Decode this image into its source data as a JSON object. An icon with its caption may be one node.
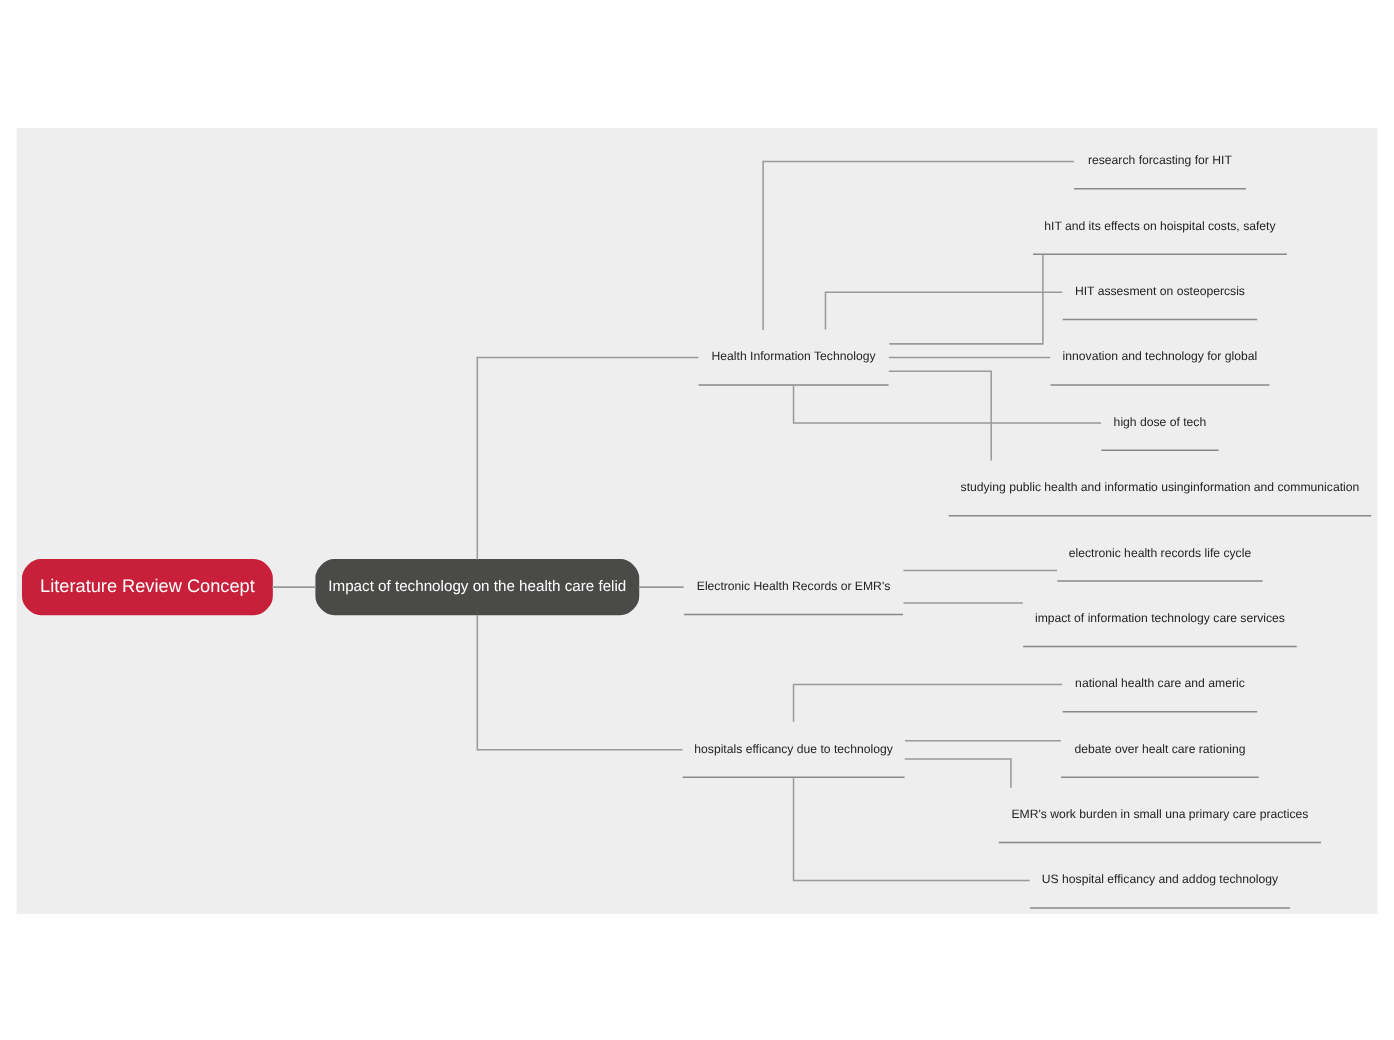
{
  "diagram": {
    "nodes": [
      {
        "text": [
          "Literature Review Concept"
        ]
      },
      {
        "text": [
          "Impact of technology on the health care felid"
        ]
      },
      {
        "text": [
          "Health Information Technology"
        ]
      },
      {
        "text": [
          "research forcasting for HIT"
        ]
      },
      {
        "text": [
          "hIT and its effects on hoispital costs, safety"
        ]
      },
      {
        "text": [
          "HIT assesment on osteopercsis"
        ]
      },
      {
        "text": [
          "innovation and technology for global"
        ]
      },
      {
        "text": [
          "high dose of tech"
        ]
      },
      {
        "text": [
          "studying public health and informatio usinginformation and communication"
        ]
      },
      {
        "text": [
          "Electronic Health Records or EMR's"
        ]
      },
      {
        "text": [
          "electronic health records life cycle"
        ]
      },
      {
        "text": [
          "impact of information technology care services"
        ]
      },
      {
        "text": [
          "hospitals efficancy due to technology"
        ]
      },
      {
        "text": [
          "national health care and americ"
        ]
      },
      {
        "text": [
          "debate over healt care rationing"
        ]
      },
      {
        "text": [
          "EMR's work burden in small una primary care practices"
        ]
      },
      {
        "text": [
          "US hospital efficancy and addog technology"
        ]
      }
    ],
    "edges": [
      {
        "from": 0,
        "to": 1,
        "arrow": "none"
      },
      {
        "from": 1,
        "to": 2,
        "arrow": "none"
      },
      {
        "from": 2,
        "to": 3,
        "arrow": "none"
      },
      {
        "from": 2,
        "to": 4,
        "arrow": "none"
      },
      {
        "from": 2,
        "to": 5,
        "arrow": "none"
      },
      {
        "from": 2,
        "to": 6,
        "arrow": "none"
      },
      {
        "from": 2,
        "to": 7,
        "arrow": "none"
      },
      {
        "from": 2,
        "to": 8,
        "arrow": "none"
      },
      {
        "from": 1,
        "to": 9,
        "arrow": "none"
      },
      {
        "from": 9,
        "to": 10,
        "arrow": "none"
      },
      {
        "from": 9,
        "to": 11,
        "arrow": "none"
      },
      {
        "from": 1,
        "to": 12,
        "arrow": "none"
      },
      {
        "from": 12,
        "to": 13,
        "arrow": "none"
      },
      {
        "from": 12,
        "to": 14,
        "arrow": "none"
      },
      {
        "from": 12,
        "to": 15,
        "arrow": "none"
      },
      {
        "from": 12,
        "to": 16,
        "arrow": "none"
      }
    ]
  }
}
